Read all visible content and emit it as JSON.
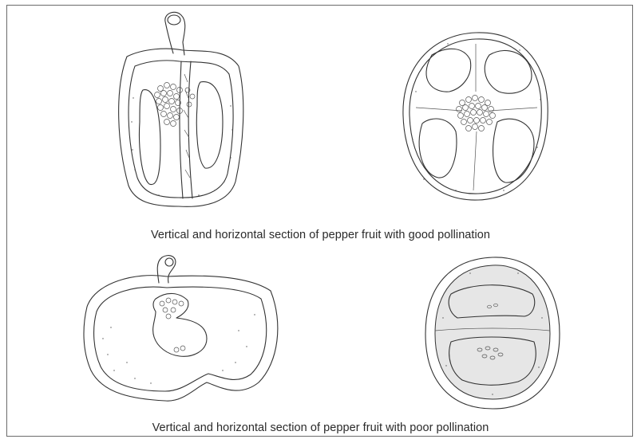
{
  "figure": {
    "caption_good": "Vertical and horizontal section of pepper fruit with good pollination",
    "caption_poor": "Vertical and horizontal section of pepper fruit with poor pollination"
  },
  "panels": [
    {
      "name": "vertical-section-good",
      "seed_fill": "dense"
    },
    {
      "name": "horizontal-section-good",
      "seed_fill": "dense"
    },
    {
      "name": "vertical-section-poor",
      "seed_fill": "sparse"
    },
    {
      "name": "horizontal-section-poor",
      "seed_fill": "sparse"
    }
  ],
  "colors": {
    "line": "#333333",
    "border": "#6b6b6b",
    "shade": "#e6e6e6"
  }
}
